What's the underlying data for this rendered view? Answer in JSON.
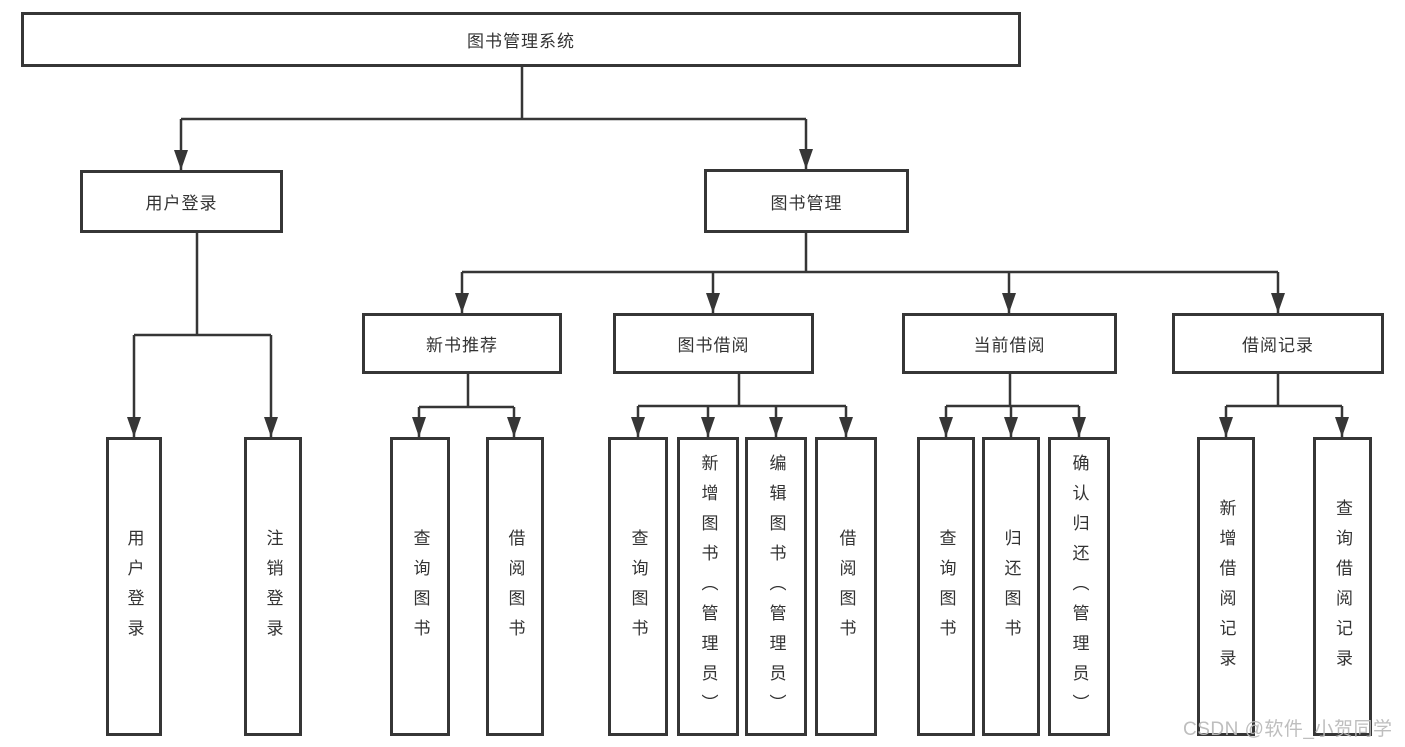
{
  "diagram": {
    "type": "hierarchy-tree",
    "orientation": "top-down"
  },
  "colors": {
    "line": "#363636",
    "node_border": "#363636",
    "node_fill": "#ffffff",
    "text": "#333333",
    "background": "#ffffff",
    "watermark": "#bbbbbb"
  },
  "tree": {
    "label": "图书管理系统",
    "children": [
      {
        "label": "用户登录",
        "children": [
          {
            "label": "用户登录"
          },
          {
            "label": "注销登录"
          }
        ]
      },
      {
        "label": "图书管理",
        "children": [
          {
            "label": "新书推荐",
            "children": [
              {
                "label": "查询图书"
              },
              {
                "label": "借阅图书"
              }
            ]
          },
          {
            "label": "图书借阅",
            "children": [
              {
                "label": "查询图书"
              },
              {
                "label": "新增图书（管理员）"
              },
              {
                "label": "编辑图书（管理员）"
              },
              {
                "label": "借阅图书"
              }
            ]
          },
          {
            "label": "当前借阅",
            "children": [
              {
                "label": "查询图书"
              },
              {
                "label": "归还图书"
              },
              {
                "label": "确认归还（管理员）"
              }
            ]
          },
          {
            "label": "借阅记录",
            "children": [
              {
                "label": "新增借阅记录"
              },
              {
                "label": "查询借阅记录"
              }
            ]
          }
        ]
      }
    ]
  },
  "watermark": {
    "text": "CSDN @软件_小贺同学"
  }
}
